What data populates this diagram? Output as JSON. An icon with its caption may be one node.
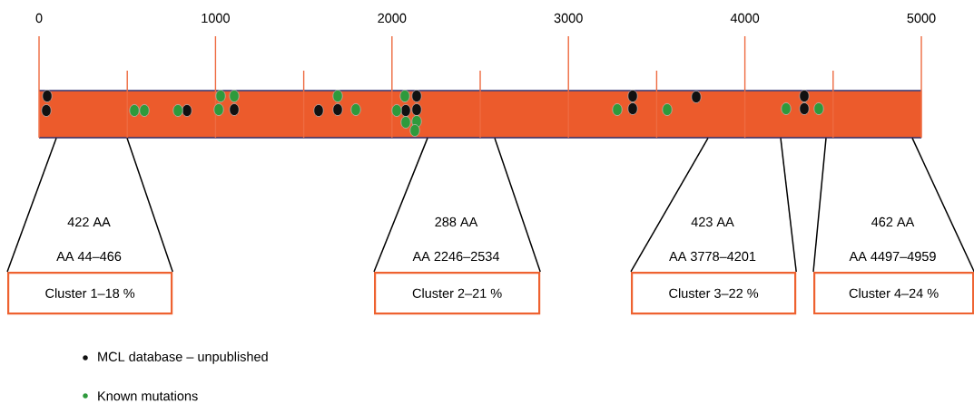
{
  "diagram": {
    "nodes": [
      {
        "text": [],
        "shape": "bar"
      },
      {
        "text": [
          "Cluster 1–18 %"
        ],
        "beside": [
          "422 AA",
          "AA 44–466"
        ]
      },
      {
        "text": [
          "Cluster 2–21 %"
        ],
        "beside": [
          "288 AA",
          "AA 2246–2534"
        ]
      },
      {
        "text": [
          "Cluster 3–22 %"
        ],
        "beside": [
          "423 AA",
          "AA 3778–4201"
        ]
      },
      {
        "text": [
          "Cluster 4–24 %"
        ],
        "beside": [
          "462 AA",
          "AA 4497–4959"
        ]
      }
    ],
    "edges": [
      {
        "from": 0,
        "to": 1,
        "arrow": "none"
      },
      {
        "from": 0,
        "to": 1,
        "arrow": "none"
      },
      {
        "from": 0,
        "to": 2,
        "arrow": "none"
      },
      {
        "from": 0,
        "to": 2,
        "arrow": "none"
      },
      {
        "from": 0,
        "to": 3,
        "arrow": "none"
      },
      {
        "from": 0,
        "to": 3,
        "arrow": "none"
      },
      {
        "from": 0,
        "to": 4,
        "arrow": "none"
      },
      {
        "from": 0,
        "to": 4,
        "arrow": "none"
      }
    ],
    "labels": [
      "0",
      "1000",
      "2000",
      "3000",
      "4000",
      "5000"
    ],
    "legend": [
      {
        "text": "MCL database – unpublished",
        "color": "#111111"
      },
      {
        "text": "Known mutations",
        "color": "#2e9a3c"
      }
    ]
  }
}
